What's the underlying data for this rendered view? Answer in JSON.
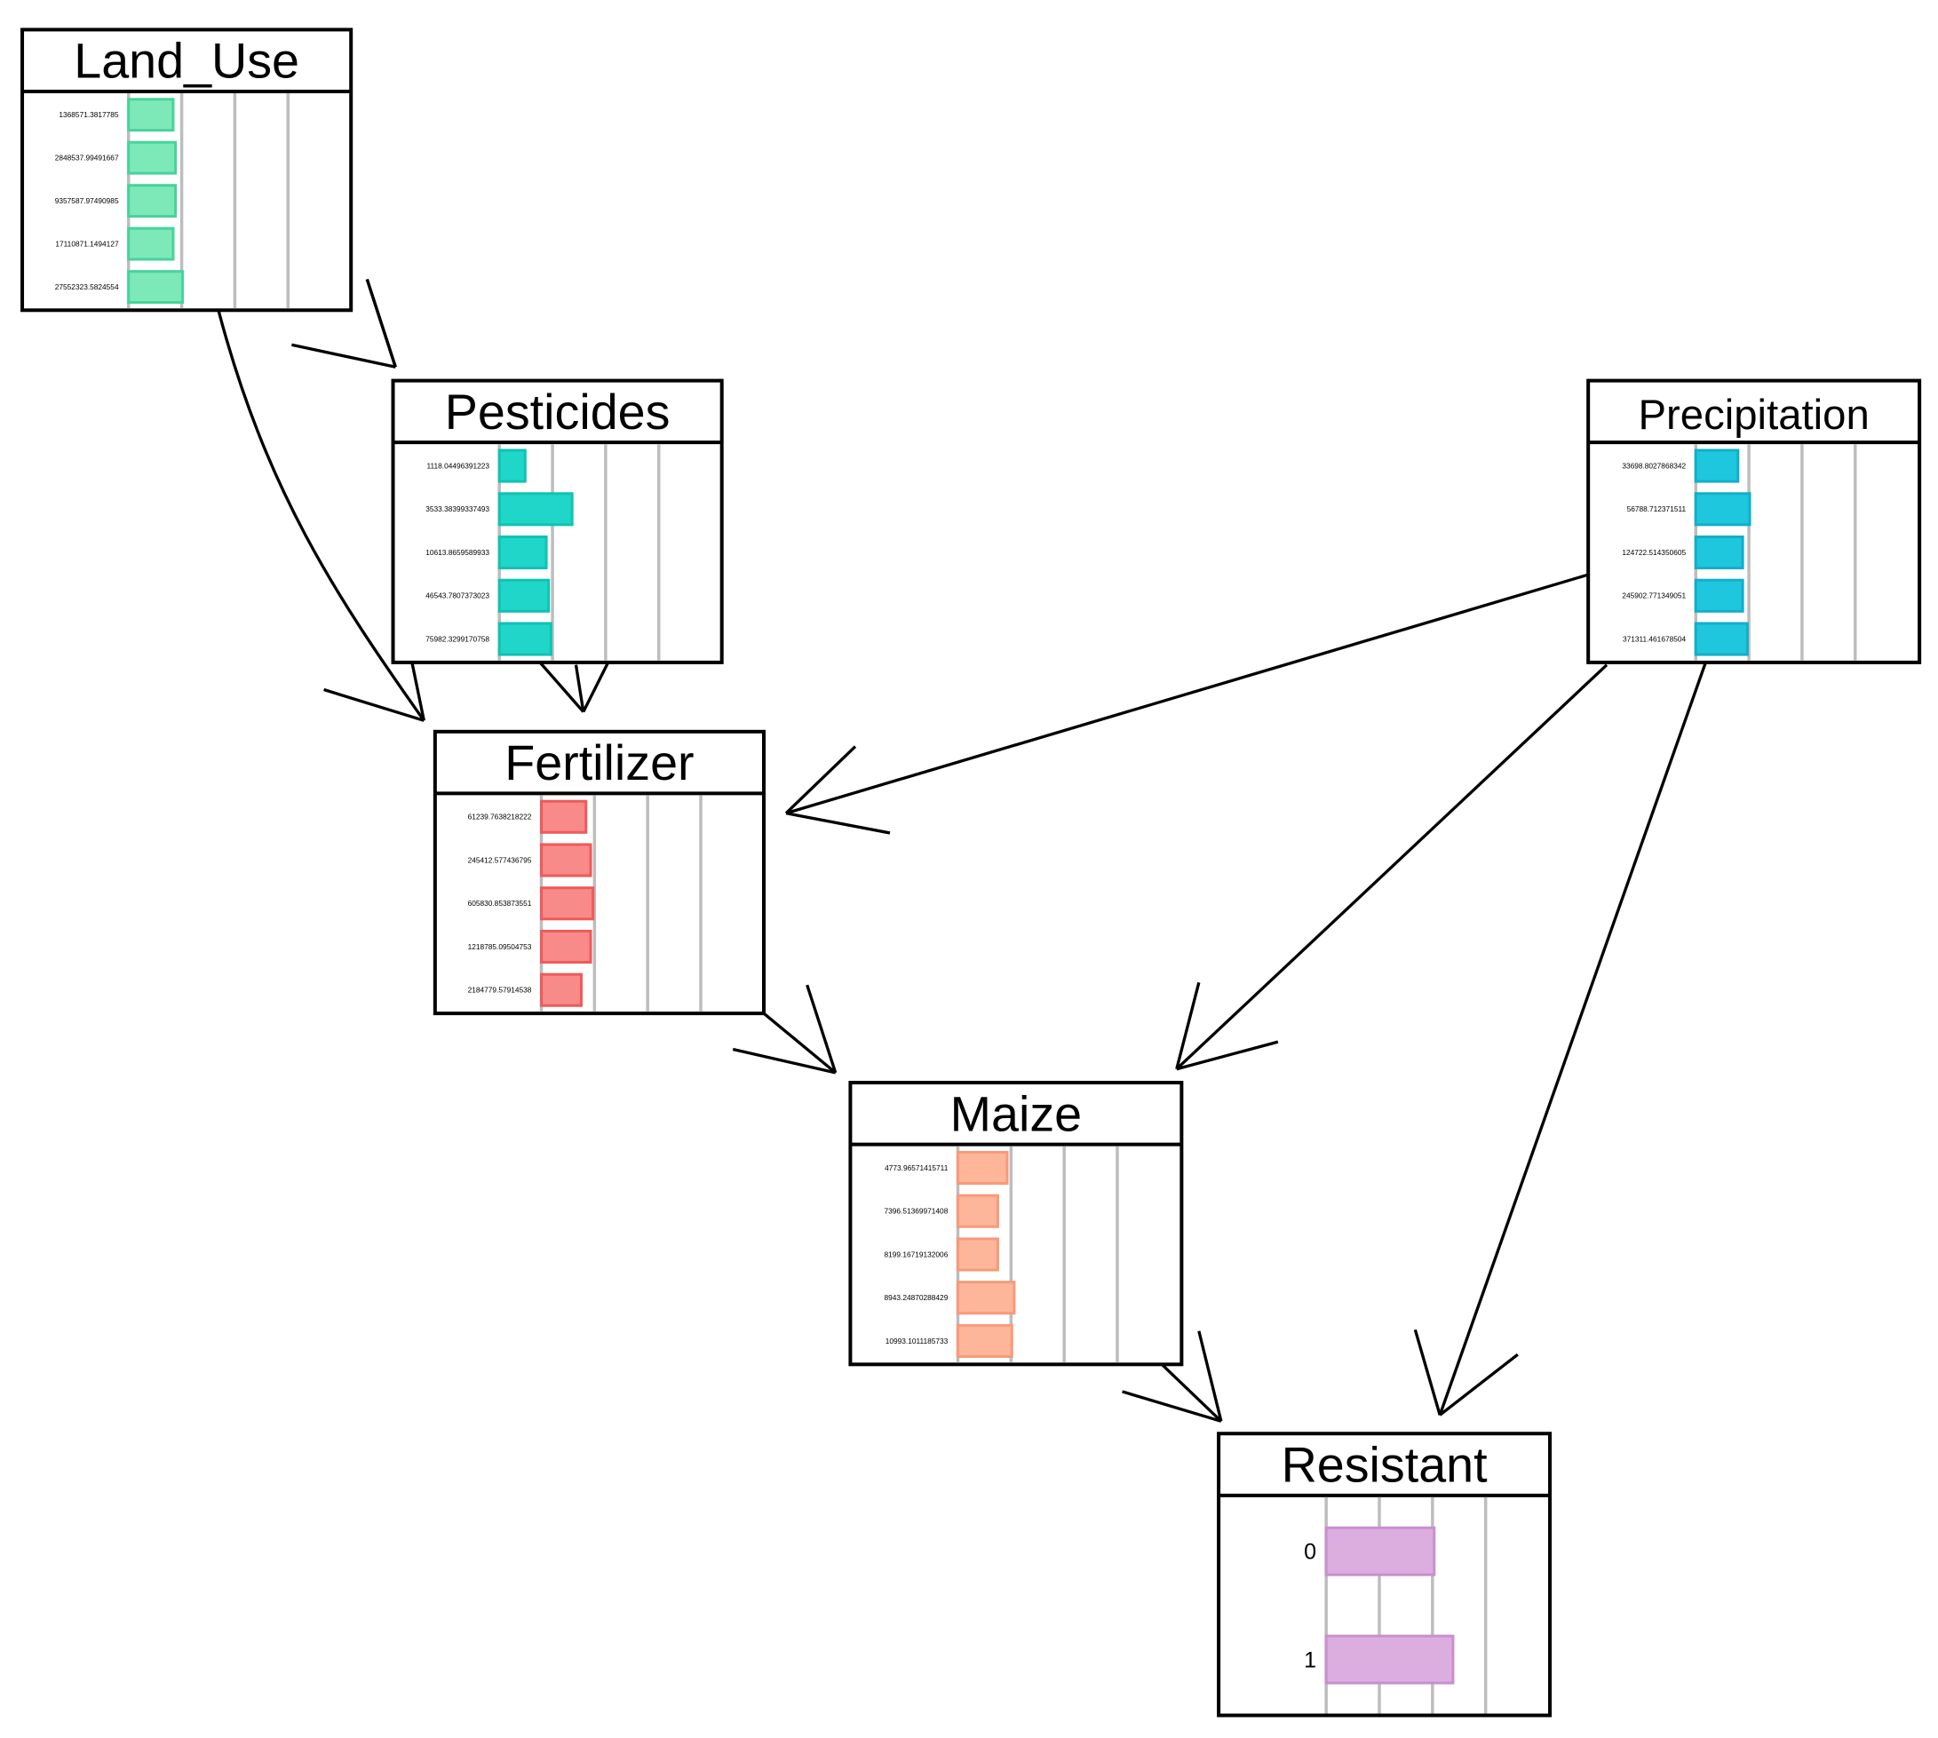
{
  "nodes": [
    {
      "id": "land-use",
      "title": "Land_Use",
      "color": "#7de8b8",
      "stroke": "#45d49a",
      "states": [
        {
          "label": "1368571.3817785",
          "value": 0.19
        },
        {
          "label": "2848537.99491667",
          "value": 0.2
        },
        {
          "label": "9357587.97490985",
          "value": 0.2
        },
        {
          "label": "17110871.1494127",
          "value": 0.19
        },
        {
          "label": "27552323.5824554",
          "value": 0.23
        }
      ]
    },
    {
      "id": "pesticides",
      "title": "Pesticides",
      "color": "#1fd6c8",
      "stroke": "#10c2b4",
      "states": [
        {
          "label": "1118.04496391223",
          "value": 0.11
        },
        {
          "label": "3533.38399337493",
          "value": 0.31
        },
        {
          "label": "10613.8659589933",
          "value": 0.2
        },
        {
          "label": "46543.7807373023",
          "value": 0.21
        },
        {
          "label": "75982.3299170758",
          "value": 0.22
        }
      ]
    },
    {
      "id": "precipitation",
      "title": "Precipitation",
      "color": "#1ec6de",
      "stroke": "#12afc8",
      "states": [
        {
          "label": "33698.8027868342",
          "value": 0.18
        },
        {
          "label": "56788.712371511",
          "value": 0.23
        },
        {
          "label": "124722.514350605",
          "value": 0.2
        },
        {
          "label": "245902.771349051",
          "value": 0.2
        },
        {
          "label": "371311.461678504",
          "value": 0.22
        }
      ]
    },
    {
      "id": "fertilizer",
      "title": "Fertilizer",
      "color": "#f98a8a",
      "stroke": "#ee5a5a",
      "states": [
        {
          "label": "61239.7638218222",
          "value": 0.19
        },
        {
          "label": "245412.577436795",
          "value": 0.21
        },
        {
          "label": "605830.853873551",
          "value": 0.22
        },
        {
          "label": "1218785.09504753",
          "value": 0.21
        },
        {
          "label": "2184779.57914538",
          "value": 0.17
        }
      ]
    },
    {
      "id": "maize",
      "title": "Maize",
      "color": "#fdb699",
      "stroke": "#f79a7a",
      "states": [
        {
          "label": "4773.96571415711",
          "value": 0.21
        },
        {
          "label": "7396.51369971408",
          "value": 0.17
        },
        {
          "label": "8199.16719132006",
          "value": 0.17
        },
        {
          "label": "8943.24870288429",
          "value": 0.24
        },
        {
          "label": "10993.1011185733",
          "value": 0.23
        }
      ]
    },
    {
      "id": "resistant",
      "title": "Resistant",
      "color": "#dcaee0",
      "stroke": "#c98fce",
      "states": [
        {
          "label": "0",
          "value": 0.46
        },
        {
          "label": "1",
          "value": 0.54
        }
      ]
    }
  ],
  "edges": [
    {
      "from": "land-use",
      "to": "pesticides"
    },
    {
      "from": "land-use",
      "to": "fertilizer"
    },
    {
      "from": "pesticides",
      "to": "fertilizer"
    },
    {
      "from": "precipitation",
      "to": "fertilizer"
    },
    {
      "from": "fertilizer",
      "to": "maize"
    },
    {
      "from": "precipitation",
      "to": "maize"
    },
    {
      "from": "precipitation",
      "to": "resistant"
    },
    {
      "from": "maize",
      "to": "resistant"
    }
  ]
}
